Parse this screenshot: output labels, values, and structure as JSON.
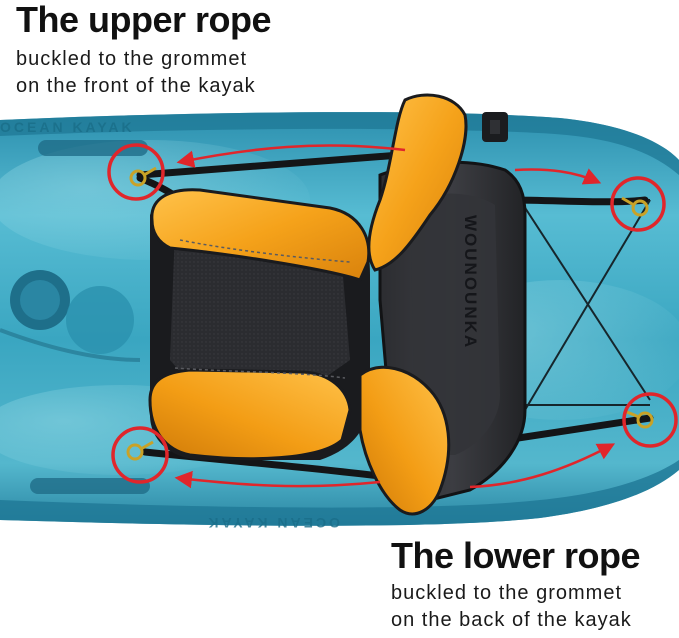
{
  "captions": {
    "upper": {
      "title": "The upper rope",
      "line1": "buckled to the grommet",
      "line2": "on the front of the kayak"
    },
    "lower": {
      "title": "The lower rope",
      "line1": "buckled to the grommet",
      "line2": "on the back of the kayak"
    }
  },
  "seat": {
    "brand_text": "WOUNOUNKA"
  },
  "kayak": {
    "hull_text_top": "OCEAN KAYAK",
    "hull_text_bottom": "OCEAN KAYAK"
  },
  "colors": {
    "kayak_blue": "#3aa6c1",
    "seat_orange": "#f5a21a",
    "seat_black": "#1e1f22",
    "callout_red": "#e0262b"
  },
  "icons": [
    "grommet-clip-icon",
    "red-circle-highlight",
    "red-curved-arrow"
  ]
}
